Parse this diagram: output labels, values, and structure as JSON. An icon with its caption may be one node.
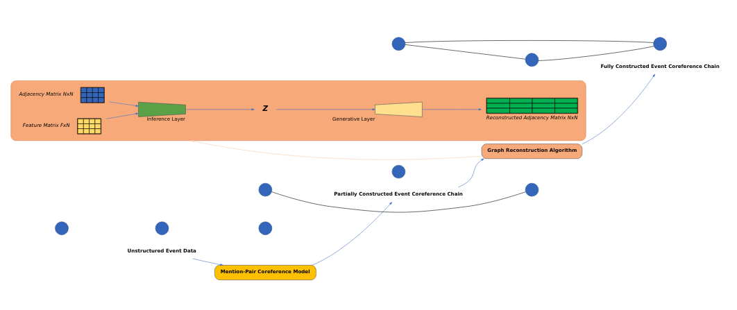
{
  "diagram": {
    "nodes": [
      {
        "text": [
          "Unstructured Event Data"
        ]
      },
      {
        "text": [],
        "shape": "circle"
      },
      {
        "text": [],
        "shape": "circle"
      },
      {
        "text": [],
        "shape": "circle"
      },
      {
        "text": [
          "Mention-Pair Coreference Model"
        ]
      },
      {
        "text": [
          "Partially Constructed Event Coreference Chain"
        ]
      },
      {
        "text": [],
        "shape": "circle"
      },
      {
        "text": [],
        "shape": "circle"
      },
      {
        "text": [],
        "shape": "circle"
      },
      {
        "text": [
          "Graph Reconstruction Algorithm"
        ]
      },
      {
        "text": [
          "Fully Constructed Event Coreference Chain"
        ]
      },
      {
        "text": [],
        "shape": "circle"
      },
      {
        "text": [],
        "shape": "circle"
      },
      {
        "text": [],
        "shape": "circle"
      },
      {
        "text": [],
        "shape": "box"
      },
      {
        "text": [
          "Adjacency Matrix NxN"
        ],
        "in": 14
      },
      {
        "text": [
          "Feature Matrix FxN"
        ],
        "in": 14
      },
      {
        "text": [
          "Inference Layer"
        ],
        "in": 14
      },
      {
        "text": [
          "Z"
        ],
        "in": 14
      },
      {
        "text": [
          "Generative Layer"
        ],
        "in": 14
      },
      {
        "text": [
          "Reconstructed Adjacency Matrix NxN"
        ],
        "in": 14
      }
    ],
    "edges": [
      {
        "from": 0,
        "to": 4,
        "arrow": "to"
      },
      {
        "from": 4,
        "to": 5,
        "arrow": "to"
      },
      {
        "from": 5,
        "to": 9,
        "arrow": "to"
      },
      {
        "from": 9,
        "to": 10,
        "arrow": "to"
      },
      {
        "from": 6,
        "to": 7,
        "arrow": "none",
        "color": "#000000"
      },
      {
        "from": 11,
        "to": 12,
        "arrow": "none",
        "color": "#000000"
      },
      {
        "from": 11,
        "to": 13,
        "arrow": "none",
        "color": "#000000"
      },
      {
        "from": 12,
        "to": 13,
        "arrow": "none",
        "color": "#000000"
      },
      {
        "from": 9,
        "to": 14,
        "arrow": "to",
        "color": "#f8cbad"
      },
      {
        "from": 15,
        "to": 17,
        "arrow": "to"
      },
      {
        "from": 16,
        "to": 17,
        "arrow": "to"
      },
      {
        "from": 17,
        "to": 18,
        "arrow": "to"
      },
      {
        "from": 18,
        "to": 19,
        "arrow": "to"
      },
      {
        "from": 19,
        "to": 20,
        "arrow": "to"
      }
    ]
  }
}
